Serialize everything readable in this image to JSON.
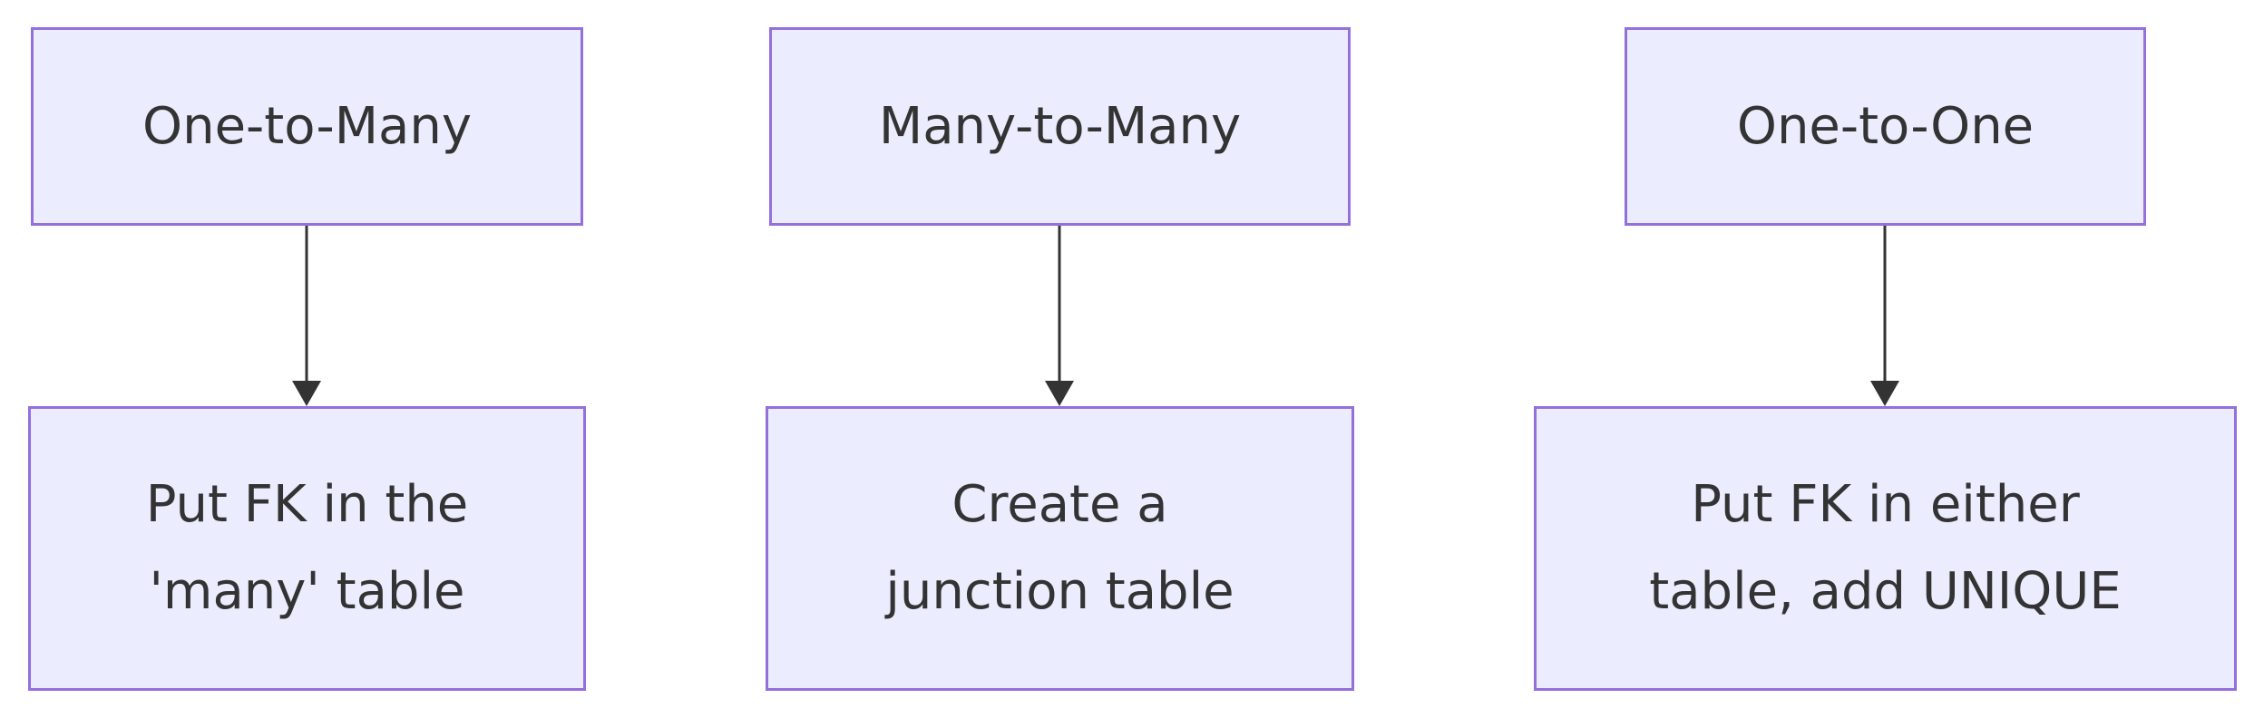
{
  "diagram": {
    "nodes": [
      {
        "id": "one_to_many",
        "label": "One-to-Many"
      },
      {
        "id": "many_to_many",
        "label": "Many-to-Many"
      },
      {
        "id": "one_to_one",
        "label": "One-to-One"
      },
      {
        "id": "fk_many",
        "label": "Put FK in the\n'many' table"
      },
      {
        "id": "junction",
        "label": "Create a\njunction table"
      },
      {
        "id": "fk_either",
        "label": "Put FK in either\ntable, add UNIQUE"
      }
    ],
    "edges": [
      {
        "from": "one_to_many",
        "to": "fk_many"
      },
      {
        "from": "many_to_many",
        "to": "junction"
      },
      {
        "from": "one_to_one",
        "to": "fk_either"
      }
    ],
    "colors": {
      "node_fill": "#ececff",
      "node_stroke": "#9370db",
      "text": "#333333",
      "edge": "#333333"
    }
  }
}
